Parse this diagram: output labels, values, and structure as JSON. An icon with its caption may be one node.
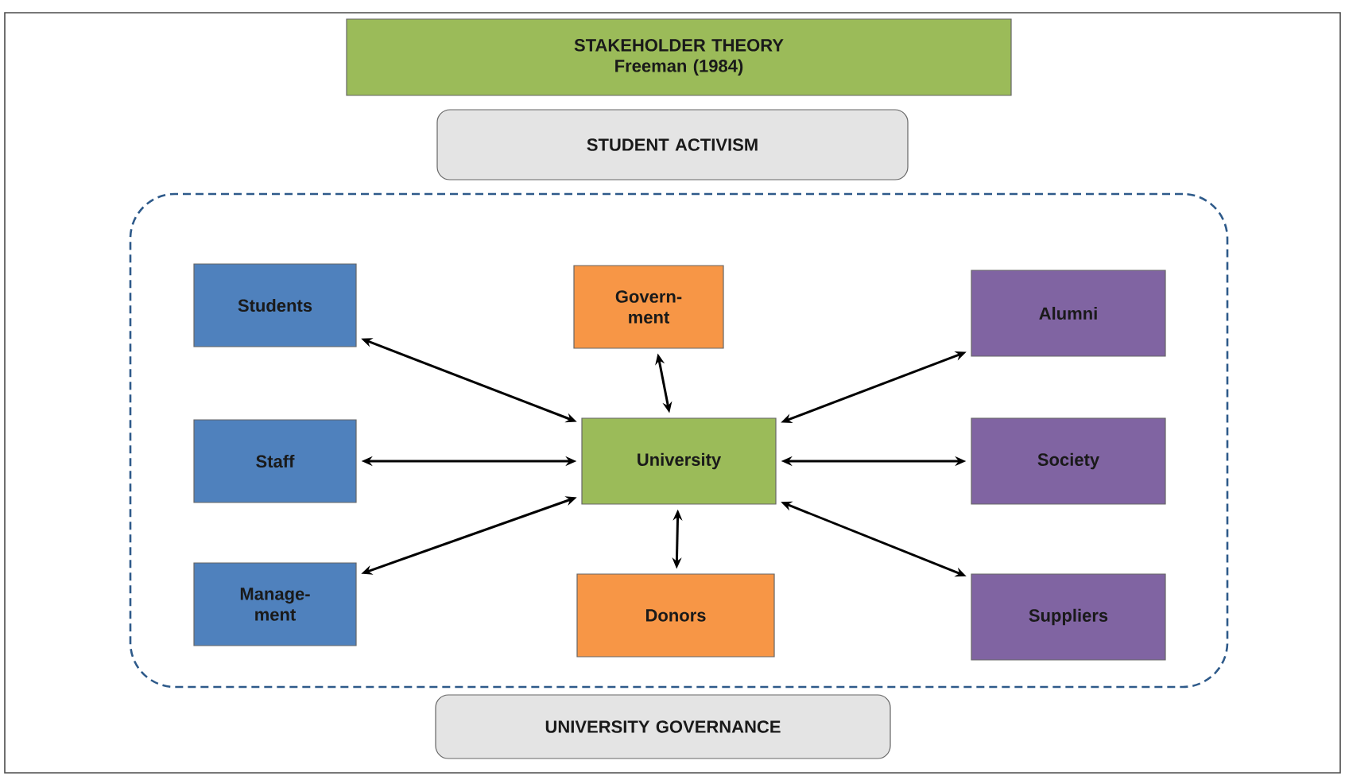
{
  "diagram": {
    "nodes": [
      {
        "text": [
          "STAKEHOLDER THEORY",
          "Freeman (1984)"
        ]
      },
      {
        "text": [
          "STUDENT ACTIVISM"
        ]
      },
      {
        "text": [],
        "shape": "box"
      },
      {
        "text": [
          "Students"
        ],
        "in": 2
      },
      {
        "text": [
          "Govern- ment"
        ],
        "in": 2
      },
      {
        "text": [
          "Alumni"
        ],
        "in": 2
      },
      {
        "text": [
          "Staff"
        ],
        "in": 2
      },
      {
        "text": [
          "University"
        ],
        "in": 2
      },
      {
        "text": [
          "Society"
        ],
        "in": 2
      },
      {
        "text": [
          "Manage- ment"
        ],
        "in": 2
      },
      {
        "text": [
          "Donors"
        ],
        "in": 2
      },
      {
        "text": [
          "Suppliers"
        ],
        "in": 2
      },
      {
        "text": [
          "UNIVERSITY GOVERNANCE"
        ]
      }
    ],
    "edges": [
      {
        "from": 7,
        "to": 3,
        "arrow": "both"
      },
      {
        "from": 7,
        "to": 4,
        "arrow": "both"
      },
      {
        "from": 7,
        "to": 5,
        "arrow": "both"
      },
      {
        "from": 7,
        "to": 6,
        "arrow": "both"
      },
      {
        "from": 7,
        "to": 8,
        "arrow": "both"
      },
      {
        "from": 7,
        "to": 9,
        "arrow": "both"
      },
      {
        "from": 7,
        "to": 10,
        "arrow": "both"
      },
      {
        "from": 7,
        "to": 11,
        "arrow": "both"
      }
    ]
  }
}
